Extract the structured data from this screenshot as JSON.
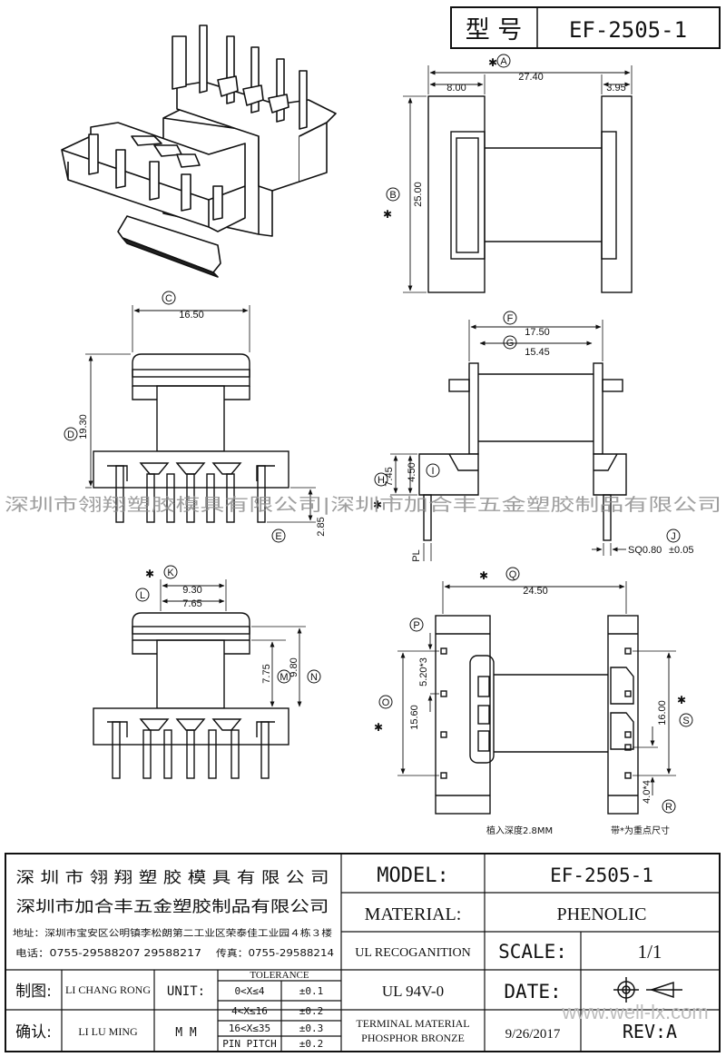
{
  "header": {
    "model_label": "型 号",
    "model_value": "EF-2505-1"
  },
  "watermark": {
    "text": "深圳市翎翔塑胶模具有限公司|深圳市加合丰五金塑胶制品有限公司",
    "site": "www.well-lx.com"
  },
  "top_view": {
    "label_A": "A",
    "dim_A": "27.40",
    "dim_left": "8.00",
    "dim_right": "3.95",
    "label_B": "B",
    "dim_B": "25.00"
  },
  "front_view": {
    "label_C": "C",
    "dim_C": "16.50",
    "label_D": "D",
    "dim_D": "19.30",
    "label_E": "E",
    "dim_E": "2.85"
  },
  "side_view": {
    "label_F": "F",
    "dim_F": "17.50",
    "label_G": "G",
    "dim_G": "15.45",
    "label_H": "H",
    "dim_H": "7.45",
    "label_I": "I",
    "dim_I": "4.50",
    "label_PL": "PL",
    "label_J": "J",
    "dim_J": "SQ0.80",
    "dim_J_tol": "±0.05"
  },
  "bottom_left_view": {
    "label_K": "K",
    "dim_K": "9.30",
    "label_L": "L",
    "dim_L": "7.65",
    "label_M": "M",
    "dim_M": "7.75",
    "label_N": "N",
    "dim_N": "9.80"
  },
  "bottom_right_view": {
    "label_Q": "Q",
    "dim_Q": "24.50",
    "label_P": "P",
    "dim_P": "5.20*3",
    "label_O": "O",
    "dim_O": "15.60",
    "label_S": "S",
    "dim_S": "16.00",
    "label_R": "R",
    "dim_R": "4.0*4",
    "note_depth": "植入深度2.8MM",
    "note_key": "带*为重点尺寸"
  },
  "title_block": {
    "company1": "深 圳 市 翎 翔 塑 胶 模 具 有 限 公 司",
    "company2": "深圳市加合丰五金塑胶制品有限公司",
    "address": "地址：深圳市宝安区公明镇李松朗第二工业区荣泰佳工业园４栋３楼",
    "phone": "电话：0755-29588207 29588217",
    "fax": "传真：0755-29588214",
    "model_label": "MODEL:",
    "model_value": "EF-2505-1",
    "material_label": "MATERIAL:",
    "material_value": "PHENOLIC",
    "ul_label": "UL RECOGANITION",
    "ul_value": "UL 94V-0",
    "scale_label": "SCALE:",
    "scale_value": "1/1",
    "date_label": "DATE:",
    "date_value": "9/26/2017",
    "rev_label": "REV:A",
    "terminal_line1": "TERMINAL MATERIAL",
    "terminal_line2": "PHOSPHOR  BRONZE",
    "drawn_label": "制图:",
    "drawn_value": "LI CHANG RONG",
    "checked_label": "确认:",
    "checked_value": "LI LU MING",
    "unit_label": "UNIT:",
    "unit_value": "M M",
    "tolerance_title": "TOLERANCE",
    "tol_rows": [
      {
        "range": "0<X≤4",
        "tol": "±0.1"
      },
      {
        "range": "4<X≤16",
        "tol": "±0.2"
      },
      {
        "range": "16<X≤35",
        "tol": "±0.3"
      },
      {
        "range": "PIN PITCH",
        "tol": "±0.2"
      }
    ]
  }
}
